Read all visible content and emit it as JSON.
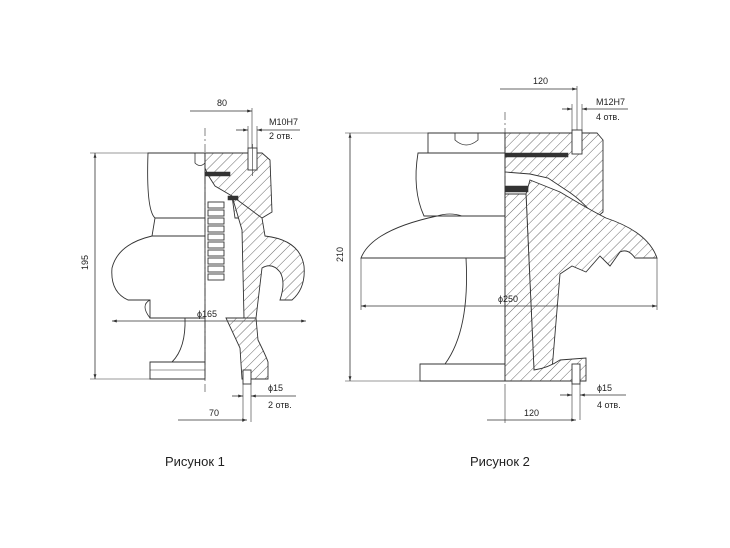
{
  "figure1": {
    "caption": "Рисунок 1",
    "dims": {
      "top_width": "80",
      "thread": "M10H7",
      "thread_holes": "2 отв.",
      "height": "195",
      "diameter": "ϕ165",
      "bottom_hole": "ϕ15",
      "bottom_holes": "2 отв.",
      "bottom_width": "70"
    }
  },
  "figure2": {
    "caption": "Рисунок 2",
    "dims": {
      "top_width": "120",
      "thread": "M12H7",
      "thread_holes": "4 отв.",
      "height": "210",
      "diameter": "ϕ250",
      "bottom_hole": "ϕ15",
      "bottom_holes": "4 отв.",
      "bottom_width": "120"
    }
  }
}
